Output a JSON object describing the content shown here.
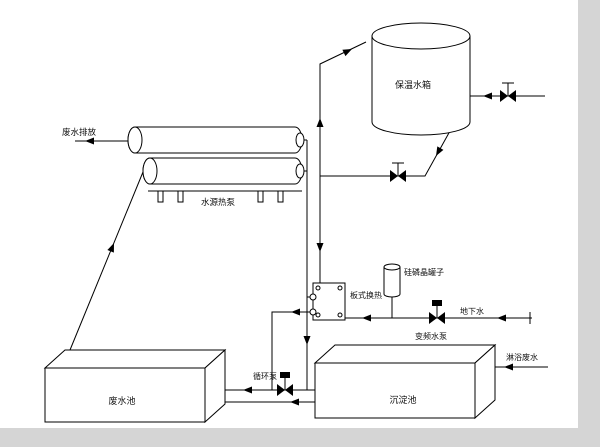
{
  "page": {
    "canvas_bg": "#ffffff",
    "margin_bg": "#d5d5d5",
    "line_color": "#000000"
  },
  "diagram": {
    "labels": {
      "insulated_tank": "保温水箱",
      "waste_discharge": "废水排放",
      "water_source_heat_pump": "水源热泵",
      "plate_heat_exchanger": "板式换热",
      "silicon_tank": "硅磷晶罐子",
      "groundwater": "地下水",
      "vfd_pump": "变频水泵",
      "circulation_pump": "循环泵",
      "waste_pool": "废水池",
      "sedimentation_pool": "沉淀池",
      "shower_waste": "淋浴废水"
    },
    "symbols": {
      "valve": "bowtie-valve",
      "pump": "bowtie-pump",
      "arrow": "flow-arrow"
    }
  }
}
